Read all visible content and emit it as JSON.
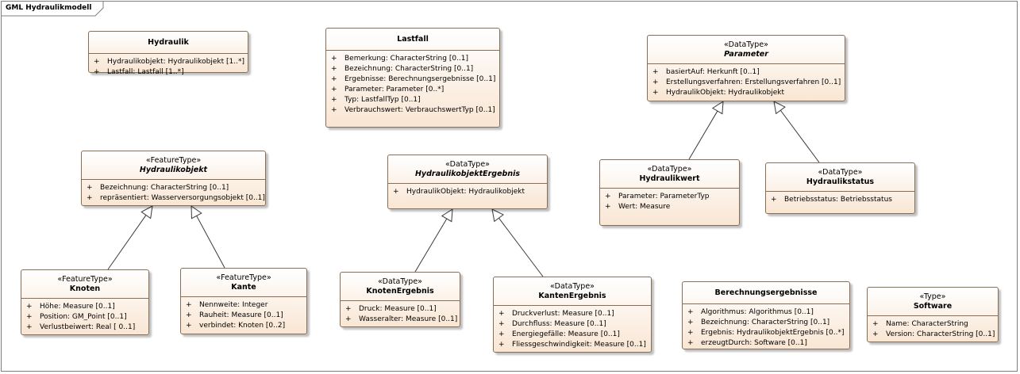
{
  "diagram": {
    "title": "GML Hydraulikmodell"
  },
  "classes": {
    "hydraulik": {
      "stereotype": "",
      "name": "Hydraulik",
      "attributes": [
        {
          "vis": "+",
          "text": "Hydraulikobjekt: Hydraulikobjekt [1..*]"
        },
        {
          "vis": "+",
          "text": "Lastfall: Lastfall [1..*]"
        }
      ]
    },
    "lastfall": {
      "stereotype": "",
      "name": "Lastfall",
      "attributes": [
        {
          "vis": "+",
          "text": "Bemerkung: CharacterString [0..1]"
        },
        {
          "vis": "+",
          "text": "Bezeichnung: CharacterString [0..1]"
        },
        {
          "vis": "+",
          "text": "Ergebnisse: Berechnungsergebnisse [0..1]"
        },
        {
          "vis": "+",
          "text": "Parameter: Parameter [0..*]"
        },
        {
          "vis": "+",
          "text": "Typ: LastfallTyp [0..1]"
        },
        {
          "vis": "+",
          "text": "Verbrauchswert: VerbrauchswertTyp [0..1]"
        }
      ]
    },
    "parameter": {
      "stereotype": "«DataType»",
      "name": "Parameter",
      "attributes": [
        {
          "vis": "+",
          "text": "basiertAuf: Herkunft [0..1]"
        },
        {
          "vis": "+",
          "text": "Erstellungsverfahren: Erstellungsverfahren [0..1]"
        },
        {
          "vis": "+",
          "text": "HydraulikObjekt: Hydraulikobjekt"
        }
      ]
    },
    "hydraulikobjekt": {
      "stereotype": "«FeatureType»",
      "name": "Hydraulikobjekt",
      "attributes": [
        {
          "vis": "+",
          "text": "Bezeichnung: CharacterString [0..1]"
        },
        {
          "vis": "+",
          "text": "repräsentiert: Wasserversorgungsobjekt [0..1]"
        }
      ]
    },
    "hydraulikobjektergebnis": {
      "stereotype": "«DataType»",
      "name": "HydraulikobjektErgebnis",
      "attributes": [
        {
          "vis": "+",
          "text": "HydraulikObjekt: Hydraulikobjekt"
        }
      ]
    },
    "hydraulikwert": {
      "stereotype": "«DataType»",
      "name": "Hydraulikwert",
      "attributes": [
        {
          "vis": "+",
          "text": "Parameter: ParameterTyp"
        },
        {
          "vis": "+",
          "text": "Wert: Measure"
        }
      ]
    },
    "hydraulikstatus": {
      "stereotype": "«DataType»",
      "name": "Hydraulikstatus",
      "attributes": [
        {
          "vis": "+",
          "text": "Betriebsstatus: Betriebsstatus"
        }
      ]
    },
    "knoten": {
      "stereotype": "«FeatureType»",
      "name": "Knoten",
      "attributes": [
        {
          "vis": "+",
          "text": "Höhe: Measure [0..1]"
        },
        {
          "vis": "+",
          "text": "Position: GM_Point [0..1]"
        },
        {
          "vis": "+",
          "text": "Verlustbeiwert: Real [ 0..1]"
        }
      ]
    },
    "kante": {
      "stereotype": "«FeatureType»",
      "name": "Kante",
      "attributes": [
        {
          "vis": "+",
          "text": "Nennweite: Integer"
        },
        {
          "vis": "+",
          "text": "Rauheit: Measure [0..1]"
        },
        {
          "vis": "+",
          "text": "verbindet: Knoten [0..2]"
        }
      ]
    },
    "knotenergebnis": {
      "stereotype": "«DataType»",
      "name": "KnotenErgebnis",
      "attributes": [
        {
          "vis": "+",
          "text": "Druck: Measure [0..1]"
        },
        {
          "vis": "+",
          "text": "Wasseralter: Measure [0..1]"
        }
      ]
    },
    "kantenergebnis": {
      "stereotype": "«DataType»",
      "name": "KantenErgebnis",
      "attributes": [
        {
          "vis": "+",
          "text": "Druckverlust: Measure [0..1]"
        },
        {
          "vis": "+",
          "text": "Durchfluss: Measure [0..1]"
        },
        {
          "vis": "+",
          "text": "Energiegefälle: Measure [0..1]"
        },
        {
          "vis": "+",
          "text": "Fliessgeschwindigkeit: Measure [0..1]"
        }
      ]
    },
    "berechnungsergebnisse": {
      "stereotype": "",
      "name": "Berechnungsergebnisse",
      "attributes": [
        {
          "vis": "+",
          "text": "Algorithmus: Algorithmus [0..1]"
        },
        {
          "vis": "+",
          "text": "Bezeichnung: CharacterString [0..1]"
        },
        {
          "vis": "+",
          "text": "Ergebnis: HydraulikobjektErgebnis [0..*]"
        },
        {
          "vis": "+",
          "text": "erzeugtDurch: Software [0..1]"
        }
      ]
    },
    "software": {
      "stereotype": "«Type»",
      "name": "Software",
      "attributes": [
        {
          "vis": "+",
          "text": "Name: CharacterString"
        },
        {
          "vis": "+",
          "text": "Version: CharacterString [0..1]"
        }
      ]
    }
  },
  "generalizations": [
    {
      "from": "knoten",
      "to": "hydraulikobjekt"
    },
    {
      "from": "kante",
      "to": "hydraulikobjekt"
    },
    {
      "from": "knotenergebnis",
      "to": "hydraulikobjektergebnis"
    },
    {
      "from": "kantenergebnis",
      "to": "hydraulikobjektergebnis"
    },
    {
      "from": "hydraulikwert",
      "to": "parameter"
    },
    {
      "from": "hydraulikstatus",
      "to": "parameter"
    }
  ]
}
